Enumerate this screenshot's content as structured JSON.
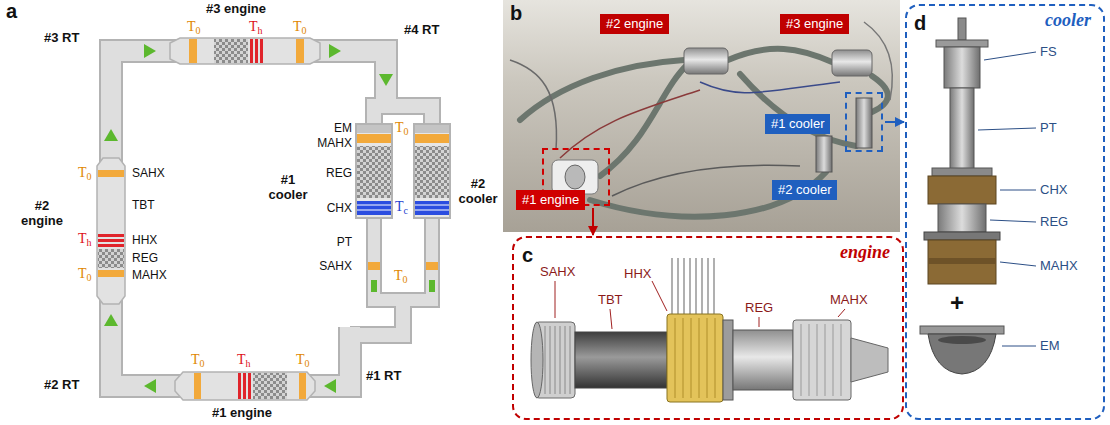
{
  "diagram": {
    "nodes": [
      {
        "text": [
          "#2 engine"
        ]
      },
      {
        "text": [
          "#3 engine"
        ]
      },
      {
        "text": [
          "#1 engine"
        ]
      },
      {
        "text": [
          "#1 cooler"
        ]
      },
      {
        "text": [
          "#2 cooler"
        ]
      },
      {
        "text": [
          "engine"
        ]
      },
      {
        "text": [
          "cooler"
        ]
      }
    ],
    "edges": [
      {
        "from": 2,
        "to": 5,
        "arrow": "to"
      },
      {
        "from": 3,
        "to": 6,
        "arrow": "to"
      }
    ],
    "labels": [
      "a",
      "#3 RT",
      "#3 engine",
      "#4 RT",
      "T0",
      "Th",
      "T0",
      "T0",
      "Th",
      "T0",
      "SAHX",
      "TBT",
      "HHX",
      "REG",
      "MAHX",
      "#2 engine",
      "EM",
      "MAHX",
      "REG",
      "CHX",
      "PT",
      "SAHX",
      "#1 cooler",
      "T0",
      "Tc",
      "T0",
      "#2 cooler",
      "T0",
      "Th",
      "T0",
      "#1 engine",
      "#2 RT",
      "#1 RT",
      "b",
      "c",
      "d",
      "SAHX",
      "TBT",
      "HHX",
      "REG",
      "MAHX",
      "FS",
      "PT",
      "CHX",
      "REG",
      "MAHX",
      "+",
      "EM"
    ]
  }
}
